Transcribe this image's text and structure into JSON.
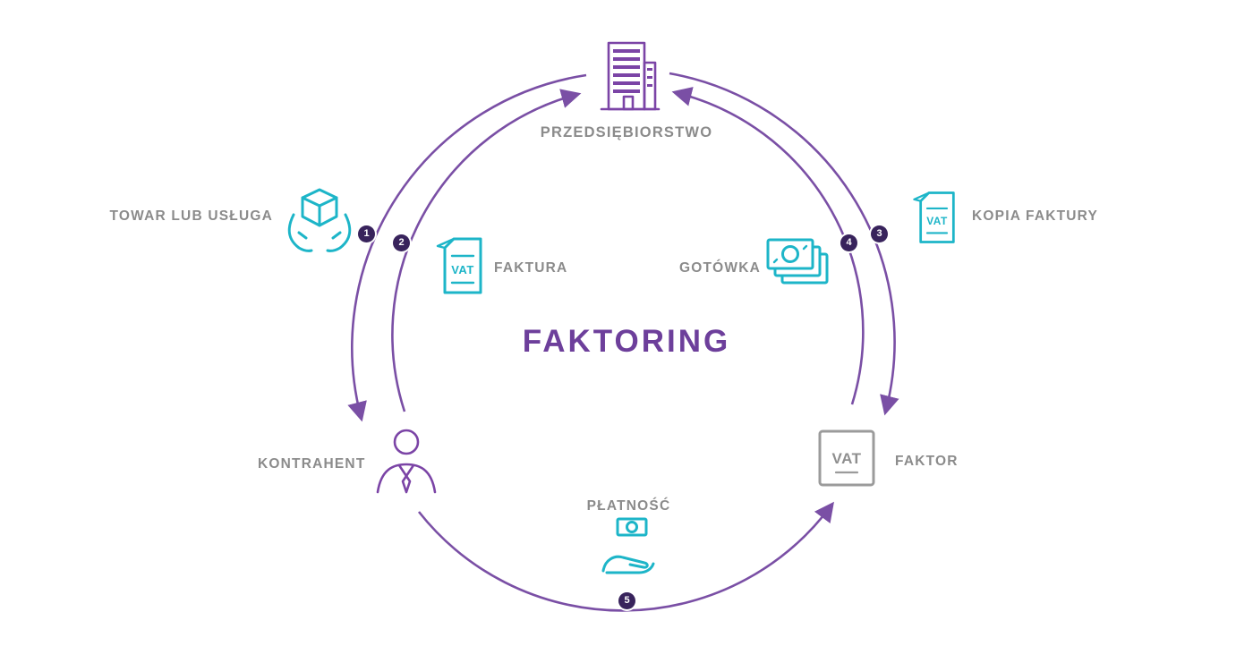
{
  "diagram": {
    "title": "FAKTORING",
    "nodes": {
      "company": {
        "label": "PRZEDSIĘBIORSTWO",
        "icon": "building-icon"
      },
      "contractor": {
        "label": "KONTRAHENT",
        "icon": "person-icon"
      },
      "factor": {
        "label": "FAKTOR",
        "icon": "vat-box-icon",
        "icon_text": "VAT"
      }
    },
    "steps": {
      "s1": {
        "num": "1",
        "label": "TOWAR LUB USŁUGA",
        "icon": "hands-box-icon",
        "from": "company",
        "to": "contractor"
      },
      "s2": {
        "num": "2",
        "label": "FAKTURA",
        "icon": "vat-document-icon",
        "icon_text": "VAT",
        "from": "contractor",
        "to": "company"
      },
      "s3": {
        "num": "3",
        "label": "KOPIA FAKTURY",
        "icon": "vat-document-icon",
        "icon_text": "VAT",
        "from": "company",
        "to": "factor"
      },
      "s4": {
        "num": "4",
        "label": "GOTÓWKA",
        "icon": "banknotes-icon",
        "from": "factor",
        "to": "company"
      },
      "s5": {
        "num": "5",
        "label": "PŁATNOŚĆ",
        "icon": "hand-money-icon",
        "from": "contractor",
        "to": "factor"
      }
    },
    "colors": {
      "arc_purple": "#7a4fa5",
      "badge_dark_purple": "#38235c",
      "title_purple": "#6d3f9b",
      "icon_purple": "#7b44a6",
      "icon_teal": "#1db5c8",
      "label_gray": "#8b8b8b",
      "icon_gray": "#9b9b9b",
      "background": "#ffffff"
    }
  }
}
